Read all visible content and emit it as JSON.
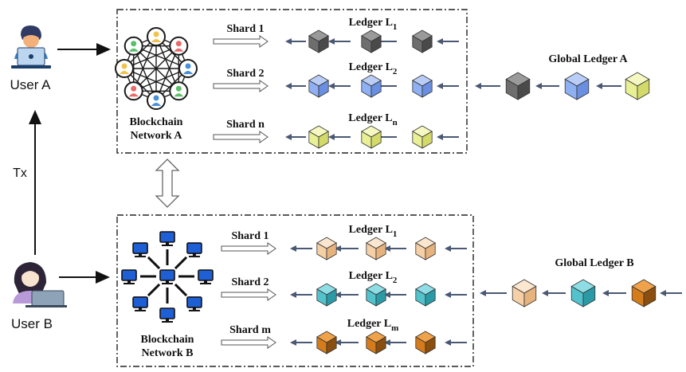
{
  "users": {
    "a": {
      "label": "User A"
    },
    "b": {
      "label": "User B"
    },
    "tx_label": "Tx"
  },
  "network_a": {
    "label_line1": "Blockchain",
    "label_line2": "Network A",
    "shards": [
      {
        "label": "Shard 1",
        "ledger": "Ledger L",
        "sub": "1",
        "cube_color": "gray"
      },
      {
        "label": "Shard 2",
        "ledger": "Ledger L",
        "sub": "2",
        "cube_color": "blue"
      },
      {
        "label": "Shard n",
        "ledger": "Ledger L",
        "sub": "n",
        "cube_color": "yellow"
      }
    ],
    "global_ledger": "Global Ledger A",
    "global_cubes": [
      "gray",
      "blue",
      "yellow"
    ]
  },
  "network_b": {
    "label_line1": "Blockchain",
    "label_line2": "Network B",
    "shards": [
      {
        "label": "Shard 1",
        "ledger": "Ledger L",
        "sub": "1",
        "cube_color": "peach"
      },
      {
        "label": "Shard 2",
        "ledger": "Ledger L",
        "sub": "2",
        "cube_color": "teal"
      },
      {
        "label": "Shard m",
        "ledger": "Ledger L",
        "sub": "m",
        "cube_color": "orange"
      }
    ],
    "global_ledger": "Global Ledger B",
    "global_cubes": [
      "peach",
      "teal",
      "orange"
    ]
  },
  "colors": {
    "gray": {
      "top": "#9a9a9a",
      "left": "#6e6e6e",
      "right": "#4a4a4a"
    },
    "blue": {
      "top": "#b9cdf7",
      "left": "#8fb0f2",
      "right": "#6a8fe0"
    },
    "yellow": {
      "top": "#f6f8c2",
      "left": "#e9ef95",
      "right": "#d3da6a"
    },
    "peach": {
      "top": "#fbe6cf",
      "left": "#f5cfa5",
      "right": "#e6b27e"
    },
    "teal": {
      "top": "#8fdde4",
      "left": "#52c2cc",
      "right": "#2a9ba6"
    },
    "orange": {
      "top": "#f0a24a",
      "left": "#d47c1c",
      "right": "#8a4e0e"
    },
    "arrow": "#4a5873",
    "box_border": "#222222"
  }
}
